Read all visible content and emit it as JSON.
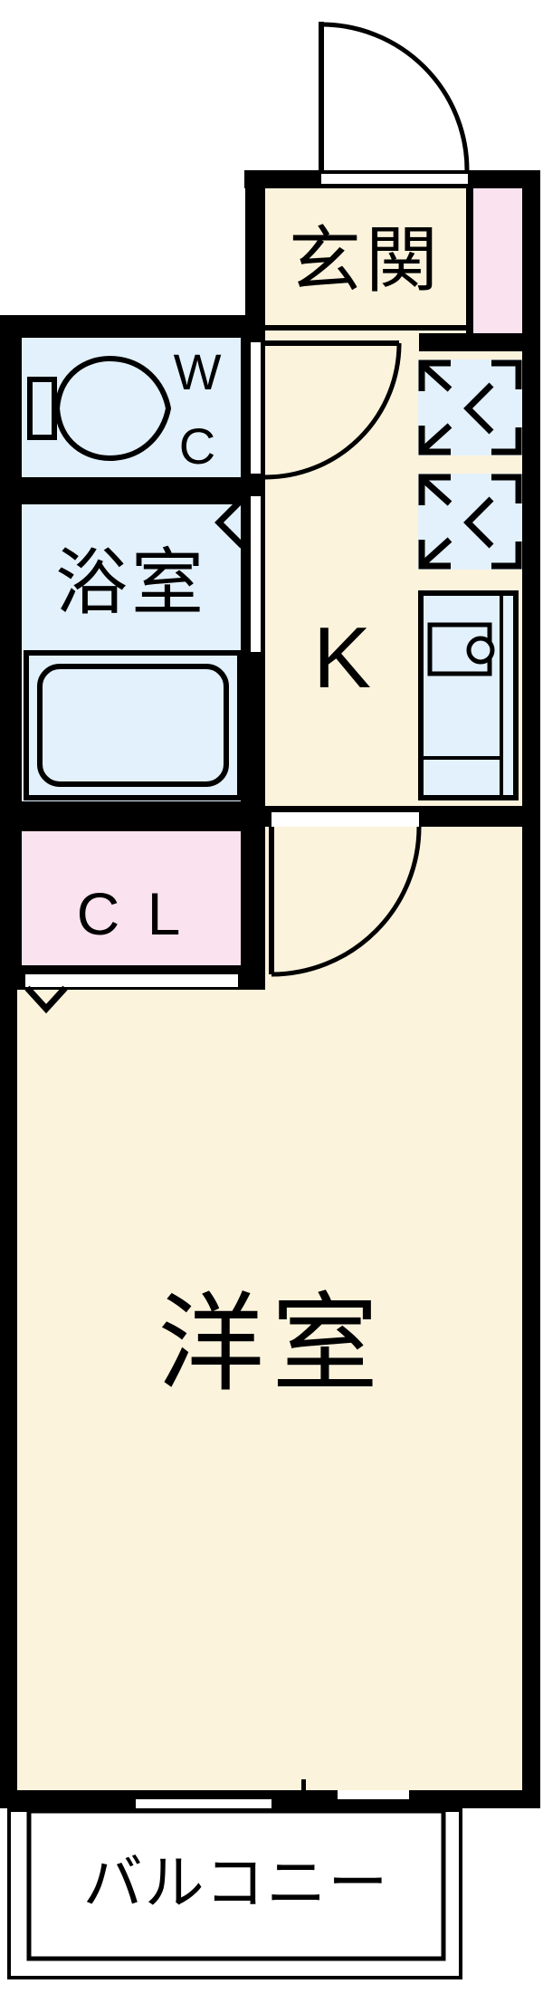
{
  "floorplan": {
    "title": "1K apartment floor plan",
    "rooms": {
      "genkan": {
        "label": "玄関"
      },
      "wc": {
        "label": "W\nC"
      },
      "bathroom": {
        "label": "浴室"
      },
      "kitchen": {
        "label": "K"
      },
      "closet": {
        "label": "C L"
      },
      "western_room": {
        "label": "洋室"
      },
      "balcony": {
        "label": "バルコニー"
      }
    },
    "icons": {
      "entrance_door": "quarter-circle-door-swing",
      "wc_door": "quarter-circle-door-swing",
      "room_door": "quarter-circle-door-swing",
      "bath_door_marker": "left-chevron",
      "closet_door_marker": "down-chevron",
      "toilet": "tank-and-bowl-symbol",
      "bathtub": "rounded-tub-symbol",
      "stove_burners": "corner-bracket-box-x2",
      "kitchen_sink": "counter-with-sink-and-faucet",
      "window": "sliding-window-double-line"
    },
    "colors": {
      "wall": "#000000",
      "floor_cream": "#FCF3DC",
      "water_blue": "#E2F1FB",
      "closet_pink": "#FAE2EE",
      "balcony_white": "#FFFFFF"
    }
  }
}
